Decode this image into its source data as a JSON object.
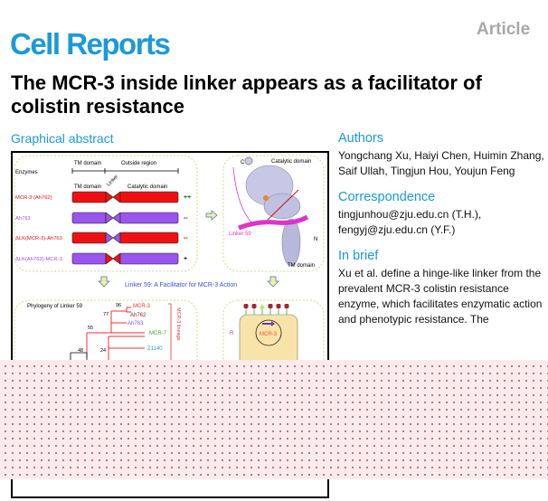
{
  "header": {
    "journal": "Cell Reports",
    "article_type": "Article"
  },
  "title": "The MCR-3 inside linker appears as a facilitator of colistin resistance",
  "graphical_abstract": {
    "heading": "Graphical abstract",
    "enzymes_label": "Enzymes",
    "tm_domain": "TM domain",
    "outside_region": "Outside region",
    "linker": "Linker",
    "catalytic_domain": "Catalytic domain",
    "rows": [
      {
        "name": "MCR-3 (Ah762)",
        "sign": "++"
      },
      {
        "name": "Ah763",
        "sign": "--"
      },
      {
        "name": "ΔLK(MCR-3)-Ah763",
        "sign": "--"
      },
      {
        "name": "ΔLK(Ah763)-MCR-3",
        "sign": "+"
      }
    ],
    "structure": {
      "c_label": "C",
      "n_label": "N",
      "catalytic": "Catalytic domain",
      "linker": "Linker 59",
      "tm": "TM domain"
    },
    "middle_caption": "Linker 59: A Facilitator for MCR-3 Action",
    "phylogeny": {
      "title": "Phylogeny of Linker 59",
      "bootstrap": [
        "96",
        "77",
        "55",
        "48",
        "24"
      ],
      "taxa": [
        "MCR-3",
        "Ah762",
        "Ah763",
        "MCR-7",
        "Z1140"
      ],
      "lineage": "MCR-3 lineage"
    },
    "cell": {
      "r_label": "R",
      "plasmid": "MCR-3"
    },
    "colors": {
      "red": "#ee1111",
      "purple": "#9955ee",
      "magenta": "#dd33cc",
      "blue": "#1b9ad6"
    }
  },
  "authors": {
    "heading": "Authors",
    "names": "Yongchang Xu, Haiyi Chen, Huimin Zhang, Saif Ullah, Tingjun Hou, Youjun Feng"
  },
  "correspondence": {
    "heading": "Correspondence",
    "line1": "tingjunhou@zju.edu.cn (T.H.),",
    "line2": "fengyj@zju.edu.cn (Y.F.)"
  },
  "in_brief": {
    "heading": "In brief",
    "text": "Xu et al. define a hinge-like linker from the prevalent MCR-3 colistin resistance enzyme, which facilitates enzymatic action and phenotypic resistance. The"
  }
}
